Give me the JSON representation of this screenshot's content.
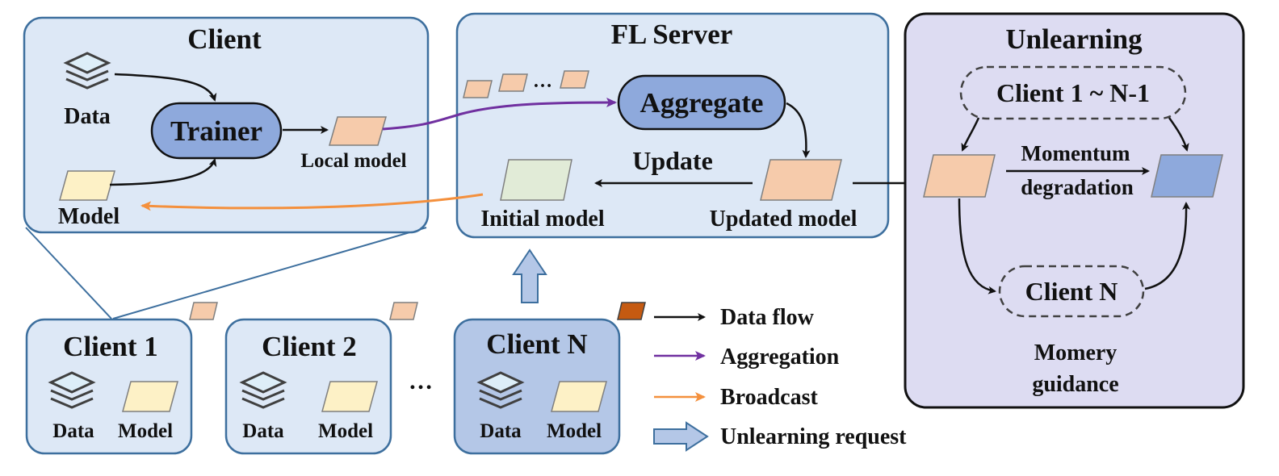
{
  "client_panel": {
    "title": "Client",
    "data_label": "Data",
    "trainer_label": "Trainer",
    "local_model_label": "Local model",
    "model_label": "Model"
  },
  "server_panel": {
    "title": "FL Server",
    "aggregate_label": "Aggregate",
    "ellipsis": "…",
    "update_label": "Update",
    "initial_model_label": "Initial model",
    "updated_model_label": "Updated model"
  },
  "unlearning_panel": {
    "title": "Unlearning",
    "client_range_label": "Client 1 ~ N-1",
    "momentum_label_1": "Momentum",
    "momentum_label_2": "degradation",
    "client_n_label": "Client N",
    "guidance_label_1": "Momery",
    "guidance_label_2": "guidance"
  },
  "clients": [
    {
      "name": "Client 1",
      "data_label": "Data",
      "model_label": "Model"
    },
    {
      "name": "Client 2",
      "data_label": "Data",
      "model_label": "Model"
    },
    {
      "name": "Client N",
      "data_label": "Data",
      "model_label": "Model"
    }
  ],
  "clients_ellipsis": "…",
  "legend": [
    {
      "label": "Data flow",
      "icon": "black-arrow-icon"
    },
    {
      "label": "Aggregation",
      "icon": "purple-arrow-icon"
    },
    {
      "label": "Broadcast",
      "icon": "orange-arrow-icon"
    },
    {
      "label": "Unlearning request",
      "icon": "block-arrow-icon"
    }
  ],
  "colors": {
    "panel_fill": "#dde8f6",
    "panel_stroke": "#3d6f9e",
    "unlearning_fill": "#dddcf2",
    "node_fill": "#8ea9dc",
    "model_orange": "#f6cbab",
    "model_yellow": "#fdf1c6",
    "model_green": "#e1ebd7",
    "model_blue": "#8ea9dc",
    "model_dark": "#c55a11",
    "aggregation": "#7030a0",
    "broadcast": "#f4903d",
    "layer_fill": "#ddeef8"
  }
}
